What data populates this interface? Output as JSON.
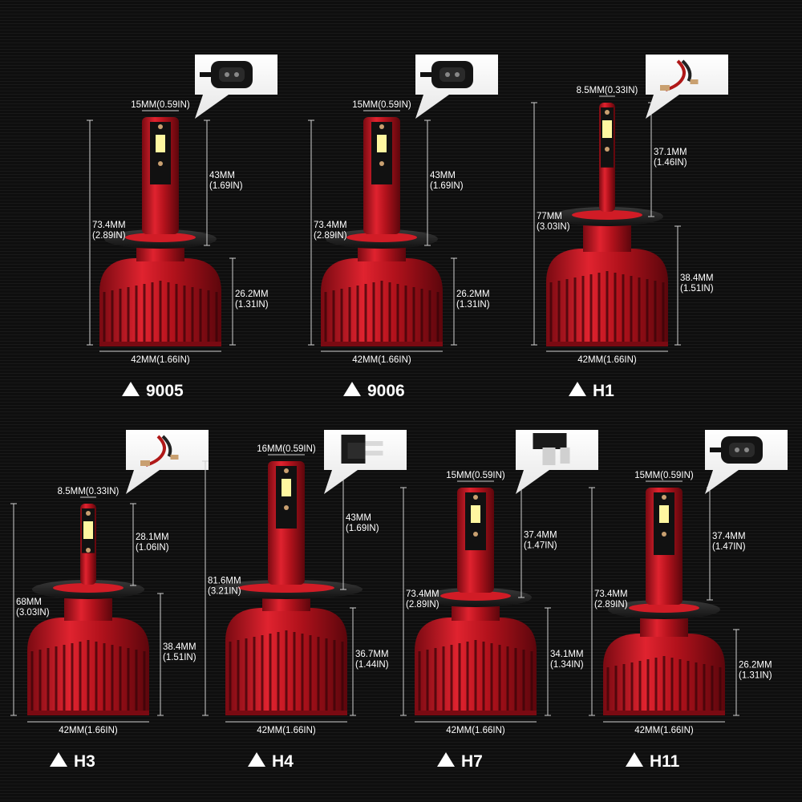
{
  "colors": {
    "background": "#0c0c0c",
    "bulb_red": "#d11c26",
    "led_chip": "#fff7a0",
    "text": "#ffffff"
  },
  "bulbs": [
    {
      "label": "9005",
      "icon": "connector-9005-icon",
      "top": "15MM(0.59IN)",
      "total": [
        "73.4MM",
        "(2.89IN)"
      ],
      "head": [
        "43MM",
        "(1.69IN)"
      ],
      "base": [
        "26.2MM",
        "(1.31IN)"
      ],
      "bottom": "42MM(1.66IN)"
    },
    {
      "label": "9006",
      "icon": "connector-9006-icon",
      "top": "15MM(0.59IN)",
      "total": [
        "73.4MM",
        "(2.89IN)"
      ],
      "head": [
        "43MM",
        "(1.69IN)"
      ],
      "base": [
        "26.2MM",
        "(1.31IN)"
      ],
      "bottom": "42MM(1.66IN)"
    },
    {
      "label": "H1",
      "icon": "wire-pigtail-icon",
      "top": "8.5MM(0.33IN)",
      "total": [
        "77MM",
        "(3.03IN)"
      ],
      "head": [
        "37.1MM",
        "(1.46IN)"
      ],
      "base": [
        "38.4MM",
        "(1.51IN)"
      ],
      "bottom": "42MM(1.66IN)"
    },
    {
      "label": "H3",
      "icon": "wire-pigtail-icon",
      "top": "8.5MM(0.33IN)",
      "total": [
        "68MM",
        "(3.03IN)"
      ],
      "head": [
        "28.1MM",
        "(1.06IN)"
      ],
      "base": [
        "38.4MM",
        "(1.51IN)"
      ],
      "bottom": "42MM(1.66IN)"
    },
    {
      "label": "H4",
      "icon": "connector-h4-icon",
      "top": "16MM(0.59IN)",
      "total": [
        "81.6MM",
        "(3.21IN)"
      ],
      "head": [
        "43MM",
        "(1.69IN)"
      ],
      "base": [
        "36.7MM",
        "(1.44IN)"
      ],
      "bottom": "42MM(1.66IN)"
    },
    {
      "label": "H7",
      "icon": "connector-h7-icon",
      "top": "15MM(0.59IN)",
      "total": [
        "73.4MM",
        "(2.89IN)"
      ],
      "head": [
        "37.4MM",
        "(1.47IN)"
      ],
      "base": [
        "34.1MM",
        "(1.34IN)"
      ],
      "bottom": "42MM(1.66IN)"
    },
    {
      "label": "H11",
      "icon": "connector-h11-icon",
      "top": "15MM(0.59IN)",
      "total": [
        "73.4MM",
        "(2.89IN)"
      ],
      "head": [
        "37.4MM",
        "(1.47IN)"
      ],
      "base": [
        "26.2MM",
        "(1.31IN)"
      ],
      "bottom": "42MM(1.66IN)"
    }
  ]
}
